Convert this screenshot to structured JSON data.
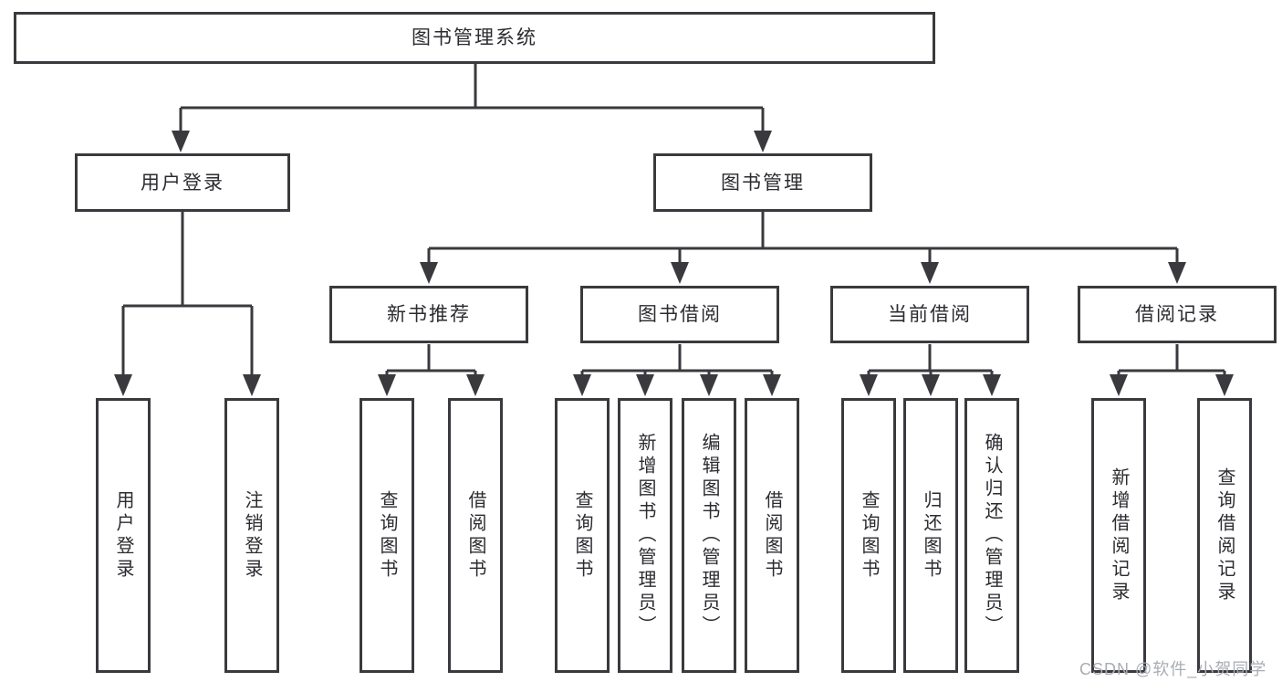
{
  "diagram": {
    "root": {
      "label": "图书管理系统",
      "children": [
        {
          "label": "用户登录",
          "children": [
            {
              "label": "用户登录"
            },
            {
              "label": "注销登录"
            }
          ]
        },
        {
          "label": "图书管理",
          "children": [
            {
              "label": "新书推荐",
              "children": [
                {
                  "label": "查询图书"
                },
                {
                  "label": "借阅图书"
                }
              ]
            },
            {
              "label": "图书借阅",
              "children": [
                {
                  "label": "查询图书"
                },
                {
                  "label": "新增图书（管理员）"
                },
                {
                  "label": "编辑图书（管理员）"
                },
                {
                  "label": "借阅图书"
                }
              ]
            },
            {
              "label": "当前借阅",
              "children": [
                {
                  "label": "查询图书"
                },
                {
                  "label": "归还图书"
                },
                {
                  "label": "确认归还（管理员）"
                }
              ]
            },
            {
              "label": "借阅记录",
              "children": [
                {
                  "label": "新增借阅记录"
                },
                {
                  "label": "查询借阅记录"
                }
              ]
            }
          ]
        }
      ]
    }
  },
  "watermark": {
    "text": "CSDN @软件_小贺同学"
  },
  "colors": {
    "line": "#3a3a3e",
    "text": "#2b2b30",
    "watermark": "#a9adb4",
    "background": "#ffffff"
  }
}
